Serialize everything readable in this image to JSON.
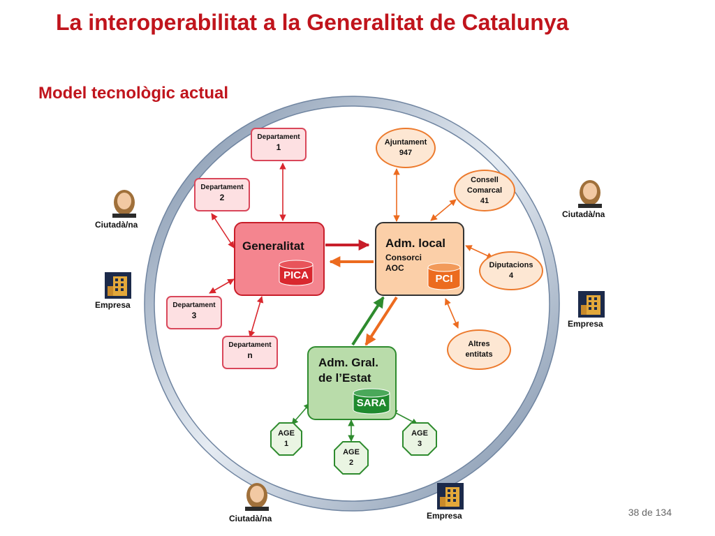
{
  "slide": {
    "title": "La interoperabilitat a la Generalitat de Catalunya",
    "subtitle": "Model tecnològic actual",
    "page_number": "38 de 134"
  },
  "generalitat": {
    "label": "Generalitat",
    "db": "PICA"
  },
  "adm_local": {
    "label": "Adm. local",
    "sub1": "Consorci",
    "sub2": "AOC",
    "db": "PCI"
  },
  "age": {
    "line1": "Adm. Gral.",
    "line2": "de l’Estat",
    "db": "SARA"
  },
  "departaments": [
    {
      "label": "Departament",
      "num": "1"
    },
    {
      "label": "Departament",
      "num": "2"
    },
    {
      "label": "Departament",
      "num": "3"
    },
    {
      "label": "Departament",
      "num": "n"
    }
  ],
  "local_entities": [
    {
      "line1": "Ajuntament",
      "line2": "947"
    },
    {
      "line1": "Consell",
      "line2": "Comarcal",
      "line3": "41"
    },
    {
      "line1": "Diputacions",
      "line2": "4"
    },
    {
      "line1": "Altres",
      "line2": "entitats"
    }
  ],
  "age_units": [
    {
      "line1": "AGE",
      "line2": "1"
    },
    {
      "line1": "AGE",
      "line2": "2"
    },
    {
      "line1": "AGE",
      "line2": "3"
    }
  ],
  "actors": {
    "citizen": "Ciutadà/na",
    "company": "Empresa"
  },
  "colors": {
    "title": "#c0141c",
    "generalitat": "#f4858f",
    "adm_local": "#fbcfa8",
    "age": "#b9dcaa",
    "red_arrow": "#d9272e",
    "orange_arrow": "#ec6b1f",
    "green_arrow": "#2e8b2e"
  },
  "icons": [
    "woman-icon",
    "building-icon",
    "database-icon"
  ]
}
